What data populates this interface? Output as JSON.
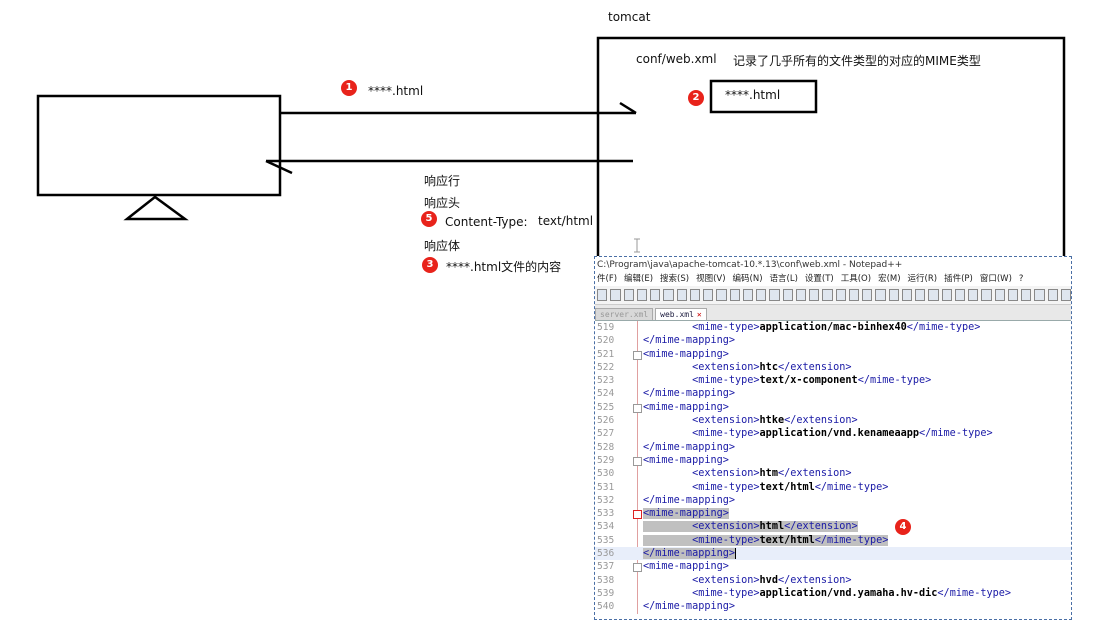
{
  "diagram": {
    "server_label": "tomcat",
    "config_file": "conf/web.xml",
    "config_desc": "记录了几乎所有的文件类型的对应的MIME类型",
    "server_file": "****.html",
    "request_file": "****.html",
    "response": {
      "line": "响应行",
      "header": "响应头",
      "content_type_key": "Content-Type:",
      "content_type_val": "text/html",
      "body": "响应体",
      "body_content": "****.html文件的内容"
    },
    "badges": {
      "b1": "1",
      "b2": "2",
      "b3": "3",
      "b4": "4",
      "b5": "5"
    },
    "badge_color": "#e8231b"
  },
  "notepad": {
    "title": "C:\\Program\\java\\apache-tomcat-10.*.13\\conf\\web.xml - Notepad++",
    "menu": [
      "件(F)",
      "编辑(E)",
      "搜索(S)",
      "视图(V)",
      "编码(N)",
      "语言(L)",
      "设置(T)",
      "工具(O)",
      "宏(M)",
      "运行(R)",
      "插件(P)",
      "窗口(W)",
      "?"
    ],
    "tabs": {
      "inactive": "server.xml",
      "active": "web.xml"
    },
    "lines": [
      {
        "n": "519",
        "indent": "    ",
        "open": "<mime-type>",
        "val": "application/mac-binhex40",
        "close": "</mime-type>"
      },
      {
        "n": "520",
        "indent": "",
        "open": "</mime-mapping>",
        "val": "",
        "close": ""
      },
      {
        "n": "521",
        "indent": "",
        "open": "<mime-mapping>",
        "val": "",
        "close": ""
      },
      {
        "n": "522",
        "indent": "    ",
        "open": "<extension>",
        "val": "htc",
        "close": "</extension>"
      },
      {
        "n": "523",
        "indent": "    ",
        "open": "<mime-type>",
        "val": "text/x-component",
        "close": "</mime-type>"
      },
      {
        "n": "524",
        "indent": "",
        "open": "</mime-mapping>",
        "val": "",
        "close": ""
      },
      {
        "n": "525",
        "indent": "",
        "open": "<mime-mapping>",
        "val": "",
        "close": ""
      },
      {
        "n": "526",
        "indent": "    ",
        "open": "<extension>",
        "val": "htke",
        "close": "</extension>"
      },
      {
        "n": "527",
        "indent": "    ",
        "open": "<mime-type>",
        "val": "application/vnd.kenameaapp",
        "close": "</mime-type>"
      },
      {
        "n": "528",
        "indent": "",
        "open": "</mime-mapping>",
        "val": "",
        "close": ""
      },
      {
        "n": "529",
        "indent": "",
        "open": "<mime-mapping>",
        "val": "",
        "close": ""
      },
      {
        "n": "530",
        "indent": "    ",
        "open": "<extension>",
        "val": "htm",
        "close": "</extension>"
      },
      {
        "n": "531",
        "indent": "    ",
        "open": "<mime-type>",
        "val": "text/html",
        "close": "</mime-type>"
      },
      {
        "n": "532",
        "indent": "",
        "open": "</mime-mapping>",
        "val": "",
        "close": ""
      },
      {
        "n": "533",
        "indent": "",
        "open": "<mime-mapping>",
        "val": "",
        "close": ""
      },
      {
        "n": "534",
        "indent": "    ",
        "open": "<extension>",
        "val": "html",
        "close": "</extension>"
      },
      {
        "n": "535",
        "indent": "    ",
        "open": "<mime-type>",
        "val": "text/html",
        "close": "</mime-type>"
      },
      {
        "n": "536",
        "indent": "",
        "open": "</mime-mapping>",
        "val": "",
        "close": ""
      },
      {
        "n": "537",
        "indent": "",
        "open": "<mime-mapping>",
        "val": "",
        "close": ""
      },
      {
        "n": "538",
        "indent": "    ",
        "open": "<extension>",
        "val": "hvd",
        "close": "</extension>"
      },
      {
        "n": "539",
        "indent": "    ",
        "open": "<mime-type>",
        "val": "application/vnd.yamaha.hv-dic",
        "close": "</mime-type>"
      },
      {
        "n": "540",
        "indent": "",
        "open": "</mime-mapping>",
        "val": "",
        "close": ""
      }
    ]
  }
}
